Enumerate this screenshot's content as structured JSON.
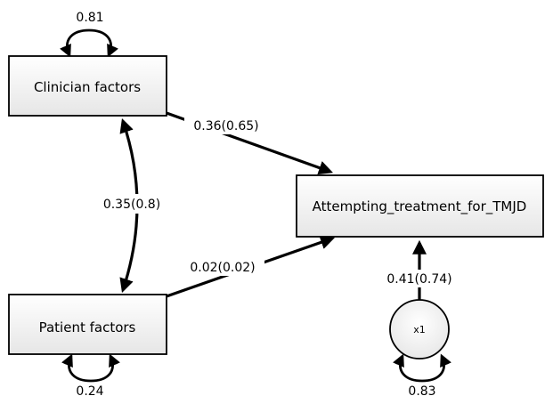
{
  "nodes": {
    "clinician": {
      "label": "Clinician factors",
      "variance": "0.81"
    },
    "patient": {
      "label": "Patient factors",
      "variance": "0.24"
    },
    "outcome": {
      "label": "Attempting_treatment_for_TMJD"
    },
    "latent": {
      "label": "x1",
      "variance": "0.83"
    }
  },
  "paths": {
    "clinician_to_outcome": "0.36(0.65)",
    "patient_to_outcome": "0.02(0.02)",
    "clinician_patient_cov": "0.35(0.8)",
    "latent_to_outcome": "0.41(0.74)"
  }
}
